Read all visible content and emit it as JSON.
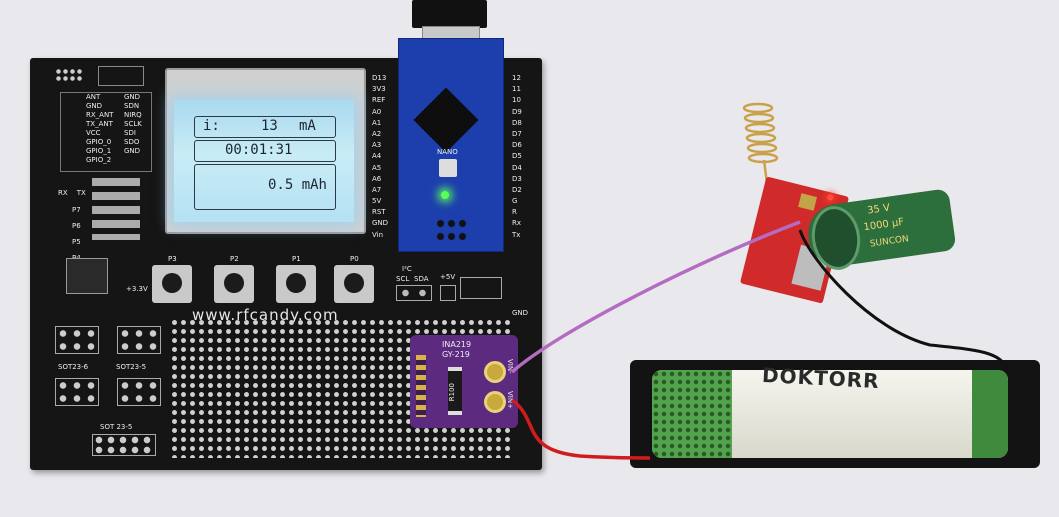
{
  "lcd": {
    "current_label": "i:",
    "current_value": "13",
    "current_unit": "mA",
    "elapsed_time": "00:01:31",
    "charge": "0.5 mAh"
  },
  "board": {
    "website": "www.rfcandy.com",
    "buttons": [
      "P3",
      "P2",
      "P1",
      "P0"
    ],
    "left_header_pins": [
      "D13",
      "3V3",
      "REF",
      "A0",
      "A1",
      "A2",
      "A3",
      "A4",
      "A5",
      "A6",
      "A7",
      "5V",
      "RST",
      "GND",
      "Vin"
    ],
    "right_header_pins": [
      "12",
      "11",
      "10",
      "D9",
      "D8",
      "D7",
      "D6",
      "D5",
      "D4",
      "D3",
      "D2",
      "G",
      "R",
      "Rx",
      "Tx"
    ],
    "radio_pins": [
      "ANT",
      "GND",
      "RX_ANT",
      "TX_ANT",
      "VCC",
      "GPIO_0",
      "GPIO_1",
      "GPIO_2"
    ],
    "radio_pins_right": [
      "GND",
      "SDN",
      "NIRQ",
      "SCLK",
      "SDI",
      "SDO",
      "GND"
    ],
    "side_labels": [
      "RX",
      "TX",
      "P7",
      "P6",
      "P5",
      "P4"
    ],
    "i2c_label": "I²C",
    "scl_label": "SCL",
    "sda_label": "SDA",
    "plus5v_label": "+5V",
    "plus33v_label": "+3.3V",
    "gnd_label": "GND",
    "sot_labels": [
      "SOT23-6",
      "SOT23-5",
      "SOT 23-5"
    ],
    "nano_label": "NANO"
  },
  "ina219": {
    "title": "INA219",
    "subtitle": "GY-219",
    "resistor": "R100",
    "pins": [
      "VIN-",
      "VIN+"
    ]
  },
  "battery": {
    "brand": "DOKTORR"
  },
  "capacitor": {
    "rating_top": "35 V",
    "rating_bottom": "1000 µF",
    "brand": "SUNCON"
  },
  "colors": {
    "pcb": "#151515",
    "lcd_backlight": "#a9d9ef",
    "nano": "#1d3fae",
    "ina219": "#5c2a7e",
    "radio_module": "#d02a2a",
    "capacitor": "#2c6f3c",
    "wire_purple": "#b46cc3",
    "wire_red": "#d01c1c",
    "wire_black": "#111111",
    "background": "#e9e8ec"
  }
}
